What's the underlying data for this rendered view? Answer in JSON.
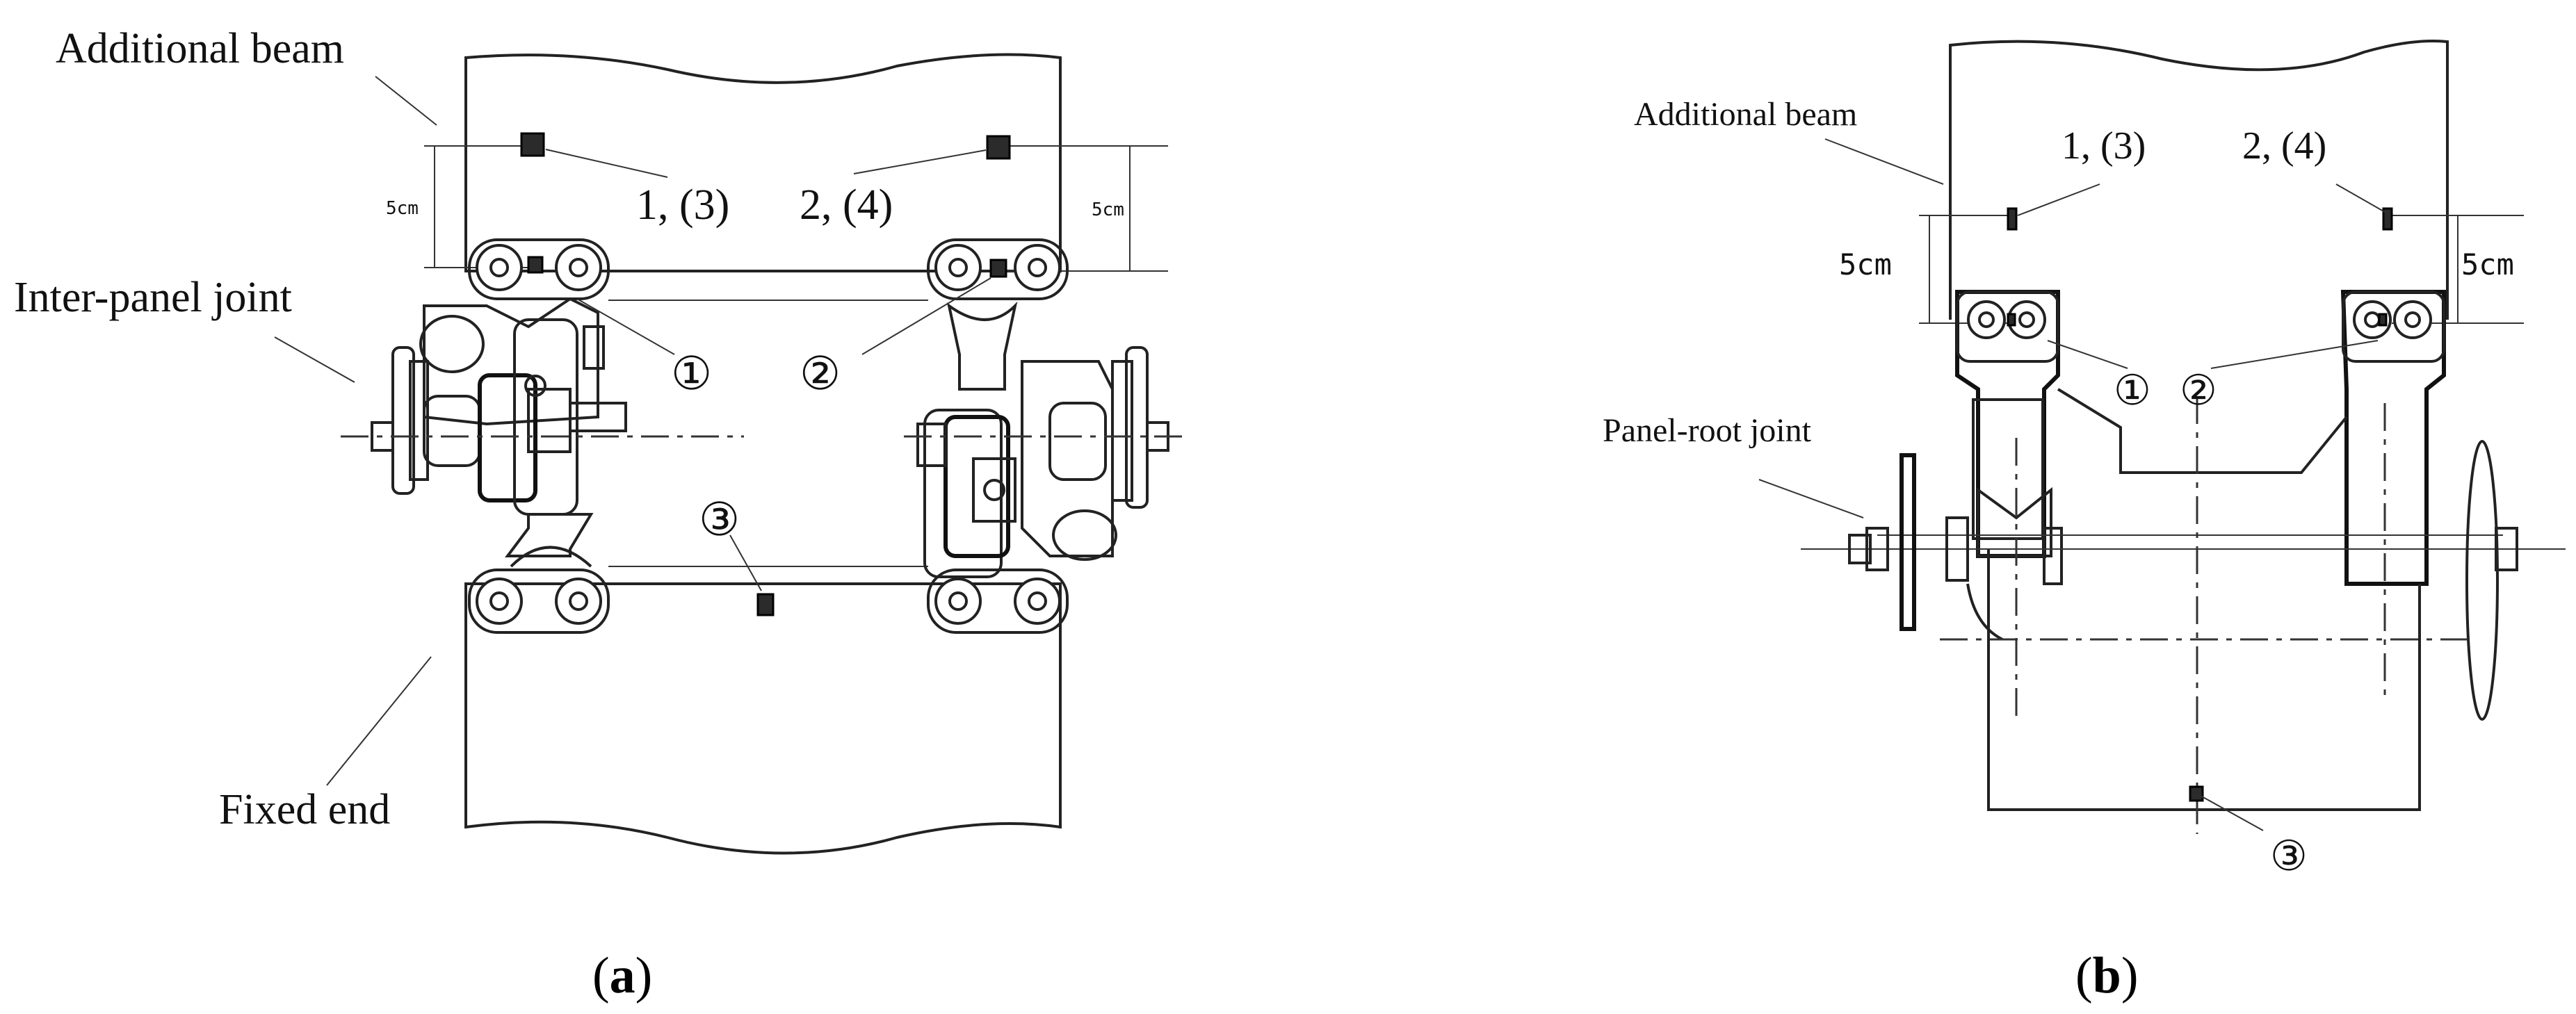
{
  "panel_a": {
    "caption_open": "(",
    "caption_letter": "a",
    "caption_close": ")",
    "labels": {
      "additional_beam": "Additional beam",
      "inter_panel_joint": "Inter-panel joint",
      "fixed_end": "Fixed end",
      "sensor_1_3": "1, (3)",
      "sensor_2_4": "2, (4)",
      "point_1": "①",
      "point_2": "②",
      "point_3": "③",
      "dim_left": "5cm",
      "dim_right": "5cm"
    }
  },
  "panel_b": {
    "caption_open": "(",
    "caption_letter": "b",
    "caption_close": ")",
    "labels": {
      "additional_beam": "Additional beam",
      "panel_root_joint": "Panel-root joint",
      "sensor_1_3": "1, (3)",
      "sensor_2_4": "2, (4)",
      "point_1": "①",
      "point_2": "②",
      "point_3": "③",
      "dim_left": "5cm",
      "dim_right": "5cm"
    }
  }
}
